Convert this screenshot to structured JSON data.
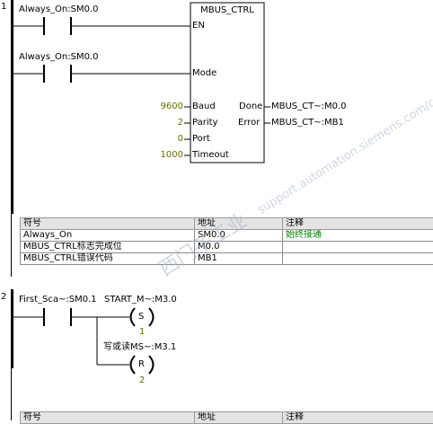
{
  "network1": {
    "number": "1",
    "contact1": {
      "label": "Always_On:SM0.0"
    },
    "contact2": {
      "label": "Always_On:SM0.0"
    },
    "block": {
      "title": "MBUS_CTRL",
      "pin_en": "EN",
      "pin_mode": "Mode",
      "pin_baud": "Baud",
      "pin_parity": "Parity",
      "pin_port": "Port",
      "pin_timeout": "Timeout",
      "pin_done": "Done",
      "pin_error": "Error",
      "baud_value": "9600",
      "parity_value": "2",
      "port_value": "0",
      "timeout_value": "1000",
      "done_value": "MBUS_CT~:M0.0",
      "error_value": "MBUS_CT~:MB1"
    },
    "symbol_table": {
      "headers": [
        "符号",
        "地址",
        "注释"
      ],
      "rows": [
        [
          "Always_On",
          "SM0.0",
          "始终接通"
        ],
        [
          "MBUS_CTRL标志完成位",
          "M0.0",
          ""
        ],
        [
          "MBUS_CTRL错误代码",
          "MB1",
          ""
        ]
      ]
    }
  },
  "network2": {
    "number": "2",
    "contact": {
      "label": "First_Sca~:SM0.1"
    },
    "coil_set": {
      "label": "START_M~:M3.0",
      "type": "S",
      "count": "1"
    },
    "coil_reset": {
      "label": "写或读MS~:M3.1",
      "type": "R",
      "count": "2"
    },
    "symbol_table": {
      "headers": [
        "符号",
        "地址",
        "注释"
      ]
    }
  },
  "watermark": {
    "text": "西门子工业",
    "text2": "support.automation.siemens.com/cs"
  }
}
